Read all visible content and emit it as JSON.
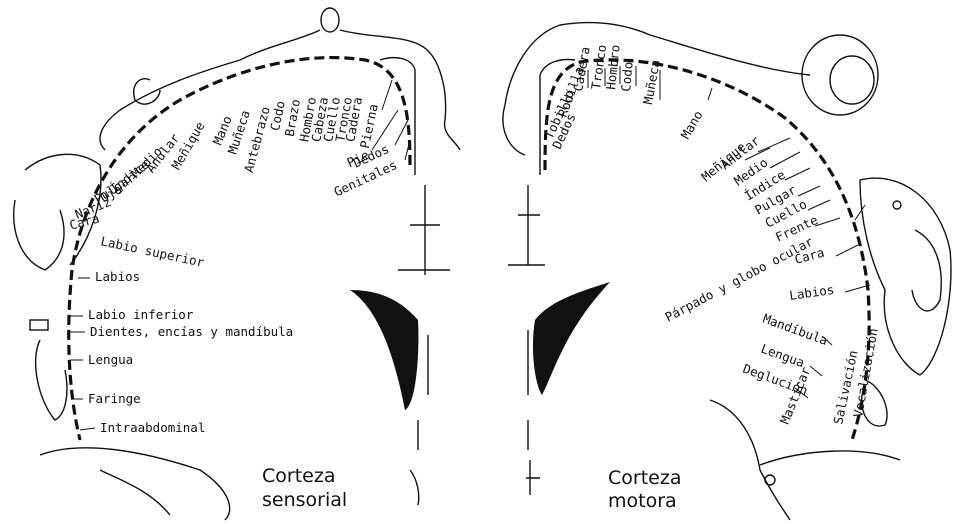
{
  "sensory": {
    "caption_line1": "Corteza",
    "caption_line2": "sensorial",
    "labels": [
      "Genitales",
      "Dedos",
      "Pie",
      "Pierna",
      "Cadera",
      "Tronco",
      "Cuello",
      "Cabeza",
      "Hombro",
      "Brazo",
      "Codo",
      "Antebrazo",
      "Muñeca",
      "Mano",
      "Meñique",
      "Anular",
      "Medio",
      "Índice",
      "Pulgar",
      "Ojo",
      "Nariz",
      "Cara",
      "Labio superior",
      "Labios",
      "Labio inferior",
      "Dientes, encías y mandíbula",
      "Lengua",
      "Faringe",
      "Intraabdominal"
    ]
  },
  "motor": {
    "caption_line1": "Corteza",
    "caption_line2": "motora",
    "labels": [
      "Dedos",
      "Tobillo",
      "Rodilla",
      "Cadera",
      "Tronco",
      "Hombro",
      "Codo",
      "Muñeca",
      "Mano",
      "Meñique",
      "Anular",
      "Medio",
      "Índice",
      "Pulgar",
      "Cuello",
      "Frente",
      "Párpado y globo ocular",
      "Cara",
      "Labios",
      "Mandíbula",
      "Lengua",
      "Deglución",
      "Masticar",
      "Salivación",
      "Vocalización"
    ]
  }
}
